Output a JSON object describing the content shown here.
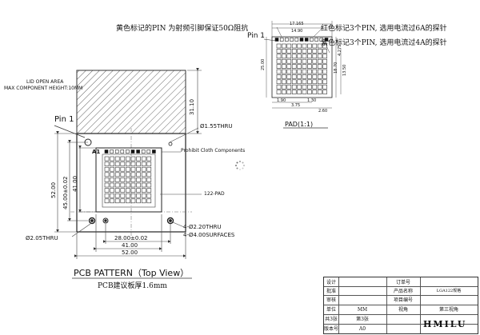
{
  "notes": {
    "yellow_pin": "黄色标记的PIN 为射频引脚保证50Ω阻抗",
    "red_pin": "红色标记3个PIN, 选用电流过6A的探针",
    "purple_pin": "紫色标记3个PIN, 选用电流过4A的探针"
  },
  "main": {
    "lid_open_area": "LID OPEN AREA",
    "max_component_height": "MAX COMPONENT HEIGHT:10MM",
    "pin1": "Pin 1",
    "a1": "A1",
    "dim_31_10": "31.10",
    "thru_155": "Ø1.55THRU",
    "prohibit": "Prohibit Cloth Components",
    "pad_122": "122-PAD",
    "dim_52_00_v": "52.00",
    "dim_45_00_v": "45.00±0.02",
    "dim_41_00_v": "41.00",
    "thru_220": "4-Ø2.20THRU",
    "surfaces_400": "4-Ø4.00SURFACES",
    "thru_205": "Ø2.05THRU",
    "dim_28_00": "28.00±0.02",
    "dim_41_00_h": "41.00",
    "dim_52_00_h": "52.00",
    "pattern_title": "PCB PATTERN（Top View）",
    "board_thickness": "PCB建议板厚1.6mm"
  },
  "pad": {
    "pin1": "Pin 1",
    "title": "PAD(1:1)",
    "dims": [
      "17.165",
      "14.90",
      "25.00",
      "18.70",
      "4.275",
      "13.50",
      "1.90",
      "3.75",
      "1.30",
      "2.60"
    ]
  },
  "title_block": {
    "rows": [
      {
        "c1": "设计",
        "c3": "订单号",
        "c4": ""
      },
      {
        "c1": "批准",
        "c3": "产品名称",
        "c4": "LGA122规格"
      },
      {
        "c1": "审核",
        "c3": "项目编号",
        "c4": ""
      },
      {
        "c1": "单位",
        "c2": "MM",
        "c3": "视角",
        "c4": "第三视角"
      },
      {
        "c1": "共3张",
        "c2": "第3张",
        "c3": "",
        "c4": ""
      },
      {
        "c1": "版本号",
        "c2": "A0",
        "c3": "",
        "c4": ""
      }
    ],
    "logo": "HMILU"
  },
  "colors": {
    "line": "#222222",
    "dim": "#444444",
    "hatch": "#555555",
    "red_pin": "#e02020",
    "yellow_pin": "#c8c020",
    "purple_pin": "#8a2be2"
  }
}
